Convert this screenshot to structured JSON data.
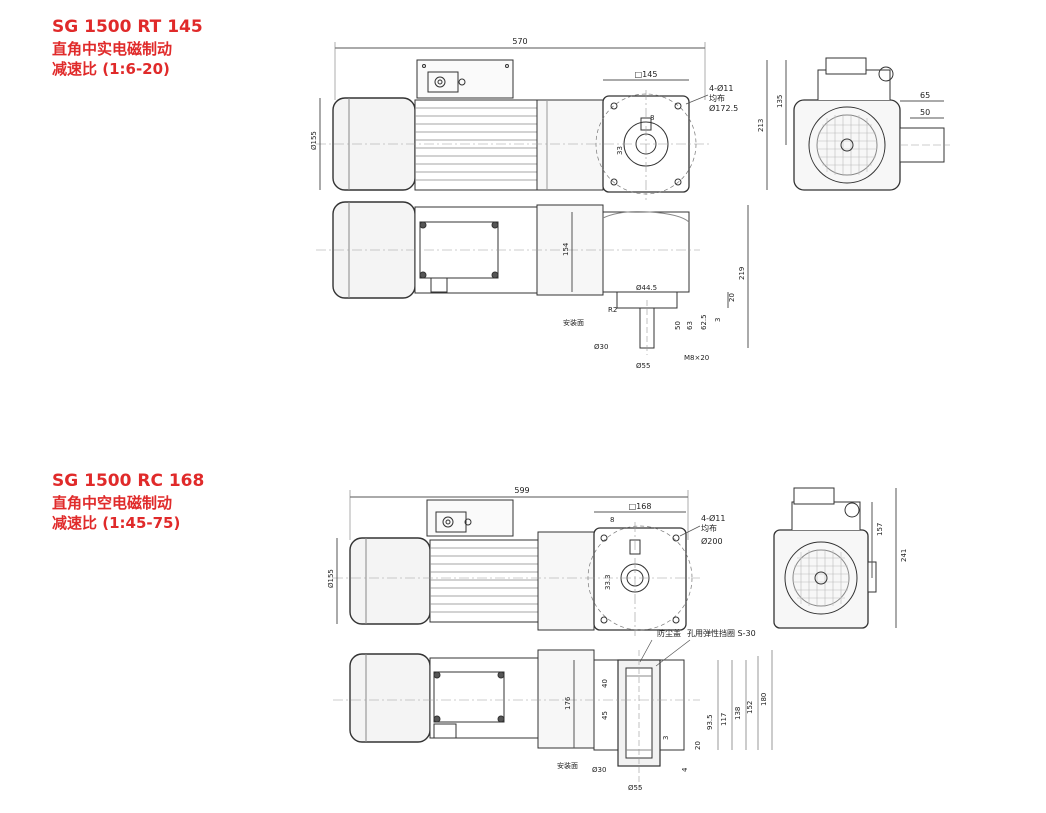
{
  "colors": {
    "accent": "#e02a2a",
    "line": "#333333",
    "dim": "#555555"
  },
  "section1": {
    "model": "SG 1500 RT 145",
    "type": "直角中实电磁制动",
    "ratio": "减速比 (1:6-20)",
    "dims": {
      "length": "570",
      "flange": "□145",
      "holes": "4-Ø11",
      "holes_note": "均布",
      "pcd": "Ø172.5",
      "motor_dia": "Ø155",
      "key_w": "8",
      "shaft_h": "33",
      "h_135": "135",
      "h_213": "213",
      "w_65": "65",
      "w_50": "50",
      "h_154": "154",
      "h_219": "219",
      "d_445": "Ø44.5",
      "r2": "R2",
      "mount_face": "安装面",
      "shaft_dia": "Ø30",
      "pilot_dia": "Ø55",
      "thread": "M8×20",
      "v_20": "20",
      "v_50": "50",
      "v_63": "63",
      "v_625": "62.5",
      "v_3": "3"
    }
  },
  "section2": {
    "model": "SG 1500 RC 168",
    "type": "直角中空电磁制动",
    "ratio": "减速比 (1:45-75)",
    "dims": {
      "length": "599",
      "flange": "□168",
      "holes": "4-Ø11",
      "holes_note": "均布",
      "pcd": "Ø200",
      "motor_dia": "Ø155",
      "key_w": "8",
      "shaft_h": "33.3",
      "h_157": "157",
      "h_241": "241",
      "dust_cover": "防尘盖",
      "retaining_ring": "孔用弹性挡圈 S-30",
      "h_176": "176",
      "h_40": "40",
      "h_45": "45",
      "h_935": "93.5",
      "h_117": "117",
      "h_138": "138",
      "h_152": "152",
      "h_180": "180",
      "v_20": "20",
      "v_3": "3",
      "v_4": "4",
      "mount_face": "安装面",
      "bore_dia": "Ø30",
      "pilot_dia": "Ø55"
    }
  }
}
